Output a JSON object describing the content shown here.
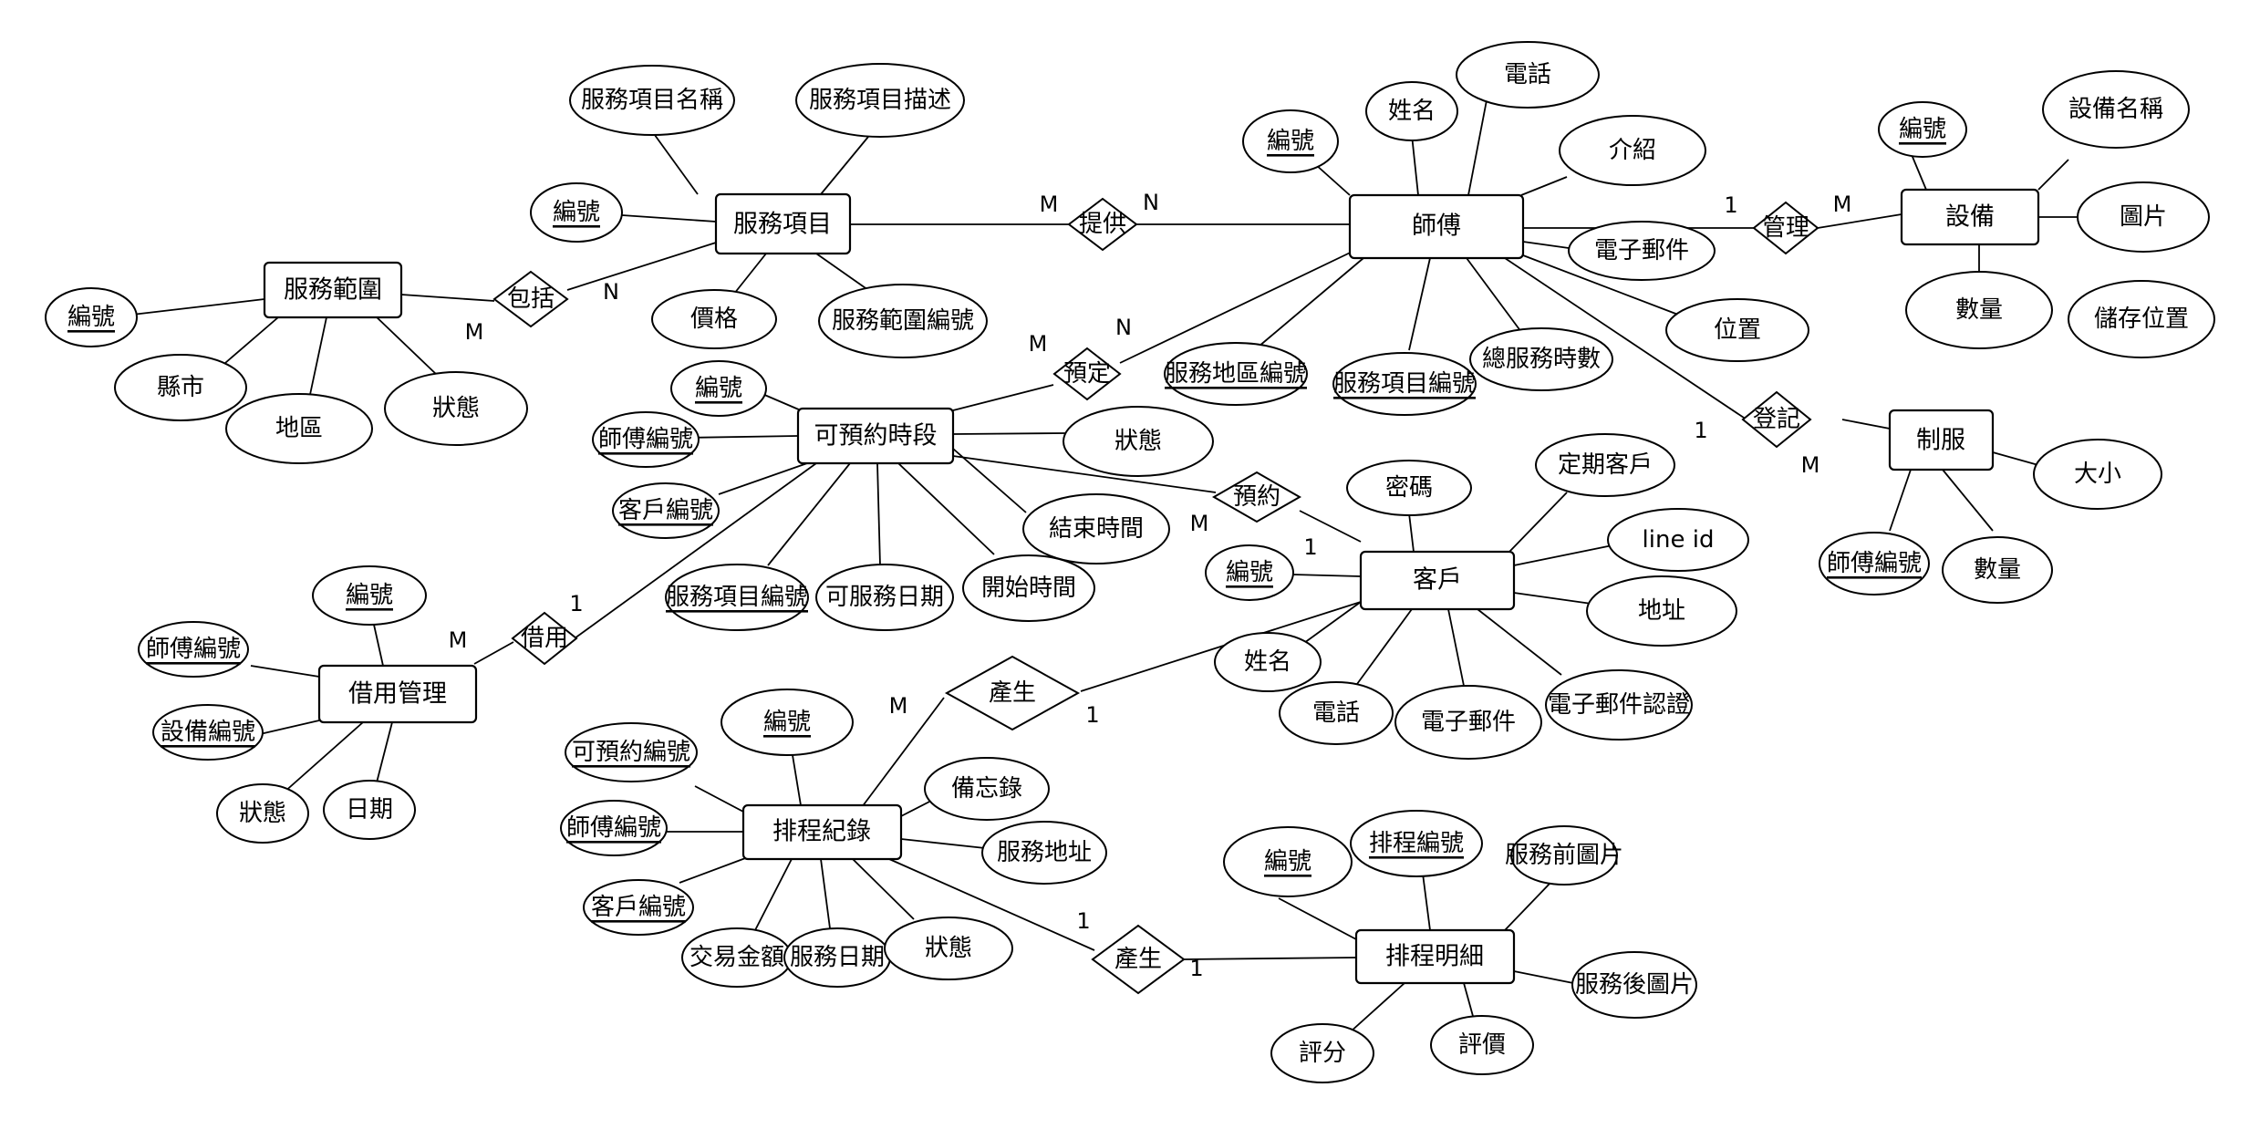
{
  "entities": [
    {
      "id": "fuwu_xiangmu",
      "label": "服務項目"
    },
    {
      "id": "fuwu_fanwei",
      "label": "服務範圍"
    },
    {
      "id": "shifu",
      "label": "師傅"
    },
    {
      "id": "shebei",
      "label": "設備"
    },
    {
      "id": "zhifu",
      "label": "制服"
    },
    {
      "id": "keyuyue",
      "label": "可預約時段"
    },
    {
      "id": "kehu",
      "label": "客戶"
    },
    {
      "id": "jieyong",
      "label": "借用管理"
    },
    {
      "id": "paicheng",
      "label": "排程紀錄"
    },
    {
      "id": "mingxi",
      "label": "排程明細"
    }
  ],
  "attributes": [
    {
      "id": "a_xm_name",
      "label": "服務項目名稱",
      "key": false
    },
    {
      "id": "a_xm_desc",
      "label": "服務項目描述",
      "key": false
    },
    {
      "id": "a_xm_id",
      "label": "編號",
      "key": true
    },
    {
      "id": "a_xm_price",
      "label": "價格",
      "key": false
    },
    {
      "id": "a_xm_scope",
      "label": "服務範圍編號",
      "key": false
    },
    {
      "id": "a_fw_id",
      "label": "編號",
      "key": true
    },
    {
      "id": "a_fw_county",
      "label": "縣市",
      "key": false
    },
    {
      "id": "a_fw_area",
      "label": "地區",
      "key": false
    },
    {
      "id": "a_fw_status",
      "label": "狀態",
      "key": false
    },
    {
      "id": "a_sf_id",
      "label": "編號",
      "key": true
    },
    {
      "id": "a_sf_name",
      "label": "姓名",
      "key": false
    },
    {
      "id": "a_sf_phone",
      "label": "電話",
      "key": false
    },
    {
      "id": "a_sf_intro",
      "label": "介紹",
      "key": false
    },
    {
      "id": "a_sf_email",
      "label": "電子郵件",
      "key": false
    },
    {
      "id": "a_sf_loc",
      "label": "位置",
      "key": false
    },
    {
      "id": "a_sf_total",
      "label": "總服務時數",
      "key": false
    },
    {
      "id": "a_sf_item",
      "label": "服務項目編號",
      "key": true
    },
    {
      "id": "a_sf_region",
      "label": "服務地區編號",
      "key": true
    },
    {
      "id": "a_sb_id",
      "label": "編號",
      "key": true
    },
    {
      "id": "a_sb_name",
      "label": "設備名稱",
      "key": false
    },
    {
      "id": "a_sb_img",
      "label": "圖片",
      "key": false
    },
    {
      "id": "a_sb_qty",
      "label": "數量",
      "key": false
    },
    {
      "id": "a_sb_store",
      "label": "儲存位置",
      "key": false
    },
    {
      "id": "a_zf_size",
      "label": "大小",
      "key": false
    },
    {
      "id": "a_zf_qty",
      "label": "數量",
      "key": false
    },
    {
      "id": "a_zf_sf",
      "label": "師傅編號",
      "key": true
    },
    {
      "id": "a_ky_id",
      "label": "編號",
      "key": true
    },
    {
      "id": "a_ky_sf",
      "label": "師傅編號",
      "key": true
    },
    {
      "id": "a_ky_kh",
      "label": "客戶編號",
      "key": true
    },
    {
      "id": "a_ky_status",
      "label": "狀態",
      "key": false
    },
    {
      "id": "a_ky_end",
      "label": "結束時間",
      "key": false
    },
    {
      "id": "a_ky_start",
      "label": "開始時間",
      "key": false
    },
    {
      "id": "a_ky_date",
      "label": "可服務日期",
      "key": false
    },
    {
      "id": "a_ky_item",
      "label": "服務項目編號",
      "key": true
    },
    {
      "id": "a_kh_pwd",
      "label": "密碼",
      "key": false
    },
    {
      "id": "a_kh_regular",
      "label": "定期客戶",
      "key": false
    },
    {
      "id": "a_kh_line",
      "label": "line id",
      "key": false
    },
    {
      "id": "a_kh_addr",
      "label": "地址",
      "key": false
    },
    {
      "id": "a_kh_verify",
      "label": "電子郵件認證",
      "key": false
    },
    {
      "id": "a_kh_email",
      "label": "電子郵件",
      "key": false
    },
    {
      "id": "a_kh_phone",
      "label": "電話",
      "key": false
    },
    {
      "id": "a_kh_name",
      "label": "姓名",
      "key": false
    },
    {
      "id": "a_kh_id",
      "label": "編號",
      "key": true
    },
    {
      "id": "a_jy_id",
      "label": "編號",
      "key": true
    },
    {
      "id": "a_jy_sf",
      "label": "師傅編號",
      "key": true
    },
    {
      "id": "a_jy_sb",
      "label": "設備編號",
      "key": true
    },
    {
      "id": "a_jy_status",
      "label": "狀態",
      "key": false
    },
    {
      "id": "a_jy_date",
      "label": "日期",
      "key": false
    },
    {
      "id": "a_pc_id",
      "label": "編號",
      "key": true
    },
    {
      "id": "a_pc_ky",
      "label": "可預約編號",
      "key": true
    },
    {
      "id": "a_pc_sf",
      "label": "師傅編號",
      "key": true
    },
    {
      "id": "a_pc_kh",
      "label": "客戶編號",
      "key": true
    },
    {
      "id": "a_pc_amount",
      "label": "交易金額",
      "key": false
    },
    {
      "id": "a_pc_date",
      "label": "服務日期",
      "key": false
    },
    {
      "id": "a_pc_status",
      "label": "狀態",
      "key": false
    },
    {
      "id": "a_pc_addr",
      "label": "服務地址",
      "key": false
    },
    {
      "id": "a_pc_memo",
      "label": "備忘錄",
      "key": false
    },
    {
      "id": "a_mx_id",
      "label": "編號",
      "key": true
    },
    {
      "id": "a_mx_pc",
      "label": "排程編號",
      "key": true
    },
    {
      "id": "a_mx_before",
      "label": "服務前圖片",
      "key": false
    },
    {
      "id": "a_mx_after",
      "label": "服務後圖片",
      "key": false
    },
    {
      "id": "a_mx_review",
      "label": "評價",
      "key": false
    },
    {
      "id": "a_mx_score",
      "label": "評分",
      "key": false
    }
  ],
  "relationships": [
    {
      "id": "r_tigong",
      "label": "提供"
    },
    {
      "id": "r_baokuo",
      "label": "包括"
    },
    {
      "id": "r_guanli",
      "label": "管理"
    },
    {
      "id": "r_dengji",
      "label": "登記"
    },
    {
      "id": "r_yuding",
      "label": "預定"
    },
    {
      "id": "r_yuyue",
      "label": "預約"
    },
    {
      "id": "r_jieyong",
      "label": "借用"
    },
    {
      "id": "r_chansheng1",
      "label": "產生"
    },
    {
      "id": "r_chansheng2",
      "label": "產生"
    }
  ],
  "cardinalities": [
    {
      "id": "c1",
      "label": "M"
    },
    {
      "id": "c2",
      "label": "N"
    },
    {
      "id": "c3",
      "label": "N"
    },
    {
      "id": "c4",
      "label": "M"
    },
    {
      "id": "c5",
      "label": "1"
    },
    {
      "id": "c6",
      "label": "M"
    },
    {
      "id": "c7",
      "label": "1"
    },
    {
      "id": "c8",
      "label": "M"
    },
    {
      "id": "c9",
      "label": "M"
    },
    {
      "id": "c10",
      "label": "N"
    },
    {
      "id": "c11",
      "label": "M"
    },
    {
      "id": "c12",
      "label": "1"
    },
    {
      "id": "c13",
      "label": "1"
    },
    {
      "id": "c14",
      "label": "M"
    },
    {
      "id": "c15",
      "label": "M"
    },
    {
      "id": "c16",
      "label": "1"
    },
    {
      "id": "c17",
      "label": "1"
    },
    {
      "id": "c18",
      "label": "1"
    }
  ]
}
